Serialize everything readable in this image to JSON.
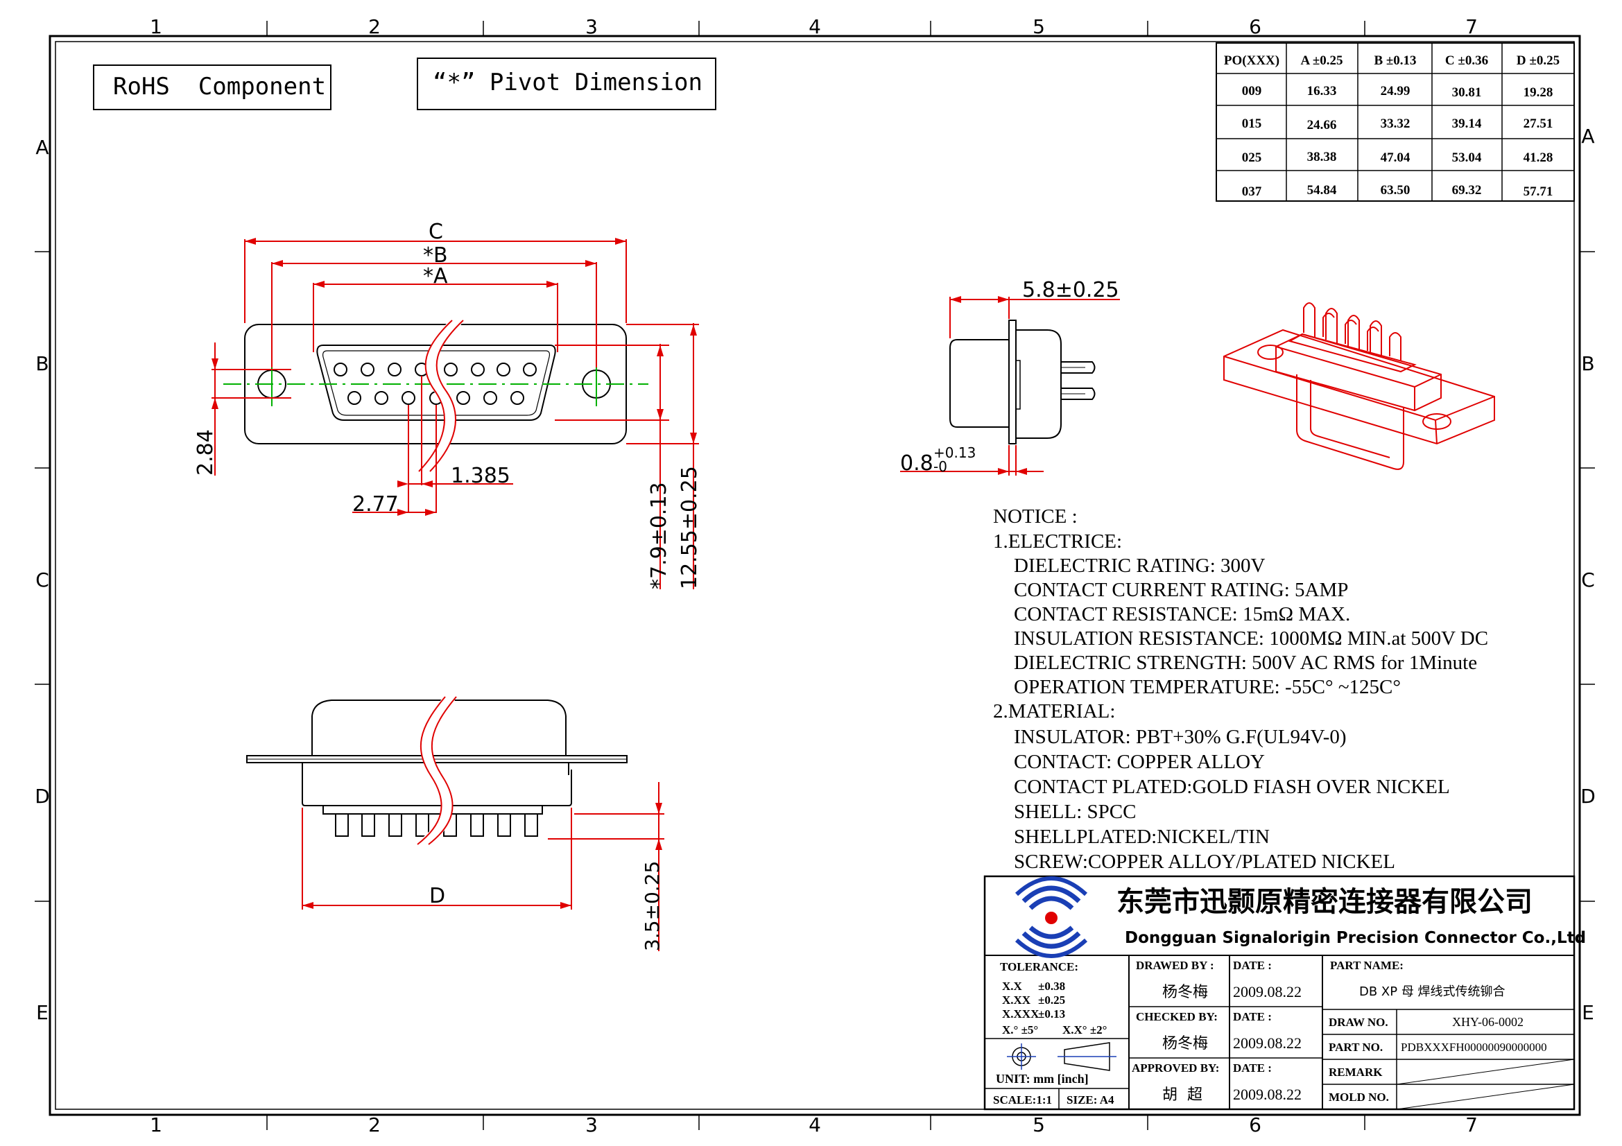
{
  "frame": {
    "columns": [
      "1",
      "2",
      "3",
      "4",
      "5",
      "6",
      "7"
    ],
    "rows": [
      "A",
      "B",
      "C",
      "D",
      "E"
    ]
  },
  "labels": {
    "rohs": "RoHS  Component",
    "pivot": "“*” Pivot Dimension"
  },
  "dim_table": {
    "headers": [
      "PO(XXX)",
      "A ±0.25",
      "B ±0.13",
      "C ±0.36",
      "D ±0.25"
    ],
    "rows": [
      [
        "009",
        "16.33",
        "24.99",
        "30.81",
        "19.28"
      ],
      [
        "015",
        "24.66",
        "33.32",
        "39.14",
        "27.51"
      ],
      [
        "025",
        "38.38",
        "47.04",
        "53.04",
        "41.28"
      ],
      [
        "037",
        "54.84",
        "63.50",
        "69.32",
        "57.71"
      ]
    ]
  },
  "dims": {
    "C": "C",
    "B": "*B",
    "A": "*A",
    "d284": "2.84",
    "d1385": "1.385",
    "d277": "2.77",
    "d79": "*7.9±0.13",
    "d1255": "12.55±0.25",
    "D": "D",
    "d35": "3.5±0.25",
    "d58": "5.8±0.25",
    "d08": "0.8",
    "d08_tol_up": "+0.13",
    "d08_tol_dn": "-0"
  },
  "notice": {
    "title": "NOTICE :",
    "sec1": "1.ELECTRICE:",
    "sec1_items": [
      "DIELECTRIC RATING: 300V",
      "CONTACT CURRENT RATING: 5AMP",
      "CONTACT RESISTANCE: 15mΩ MAX.",
      "INSULATION RESISTANCE: 1000MΩ MIN.at 500V DC",
      "DIELECTRIC STRENGTH: 500V AC RMS for 1Minute",
      "OPERATION TEMPERATURE: -55C° ~125C°"
    ],
    "sec2": "2.MATERIAL:",
    "sec2_items": [
      "INSULATOR: PBT+30% G.F(UL94V-0)",
      "CONTACT: COPPER ALLOY",
      "CONTACT PLATED:GOLD FIASH OVER NICKEL",
      "SHELL: SPCC",
      "SHELLPLATED:NICKEL/TIN",
      "SCREW:COPPER ALLOY/PLATED NICKEL"
    ]
  },
  "title_block": {
    "company_cn": "东莞市迅颢原精密连接器有限公司",
    "company_en": "Dongguan Signalorigin Precision Connector Co.,Ltd",
    "tolerance_label": "TOLERANCE:",
    "tol_lines": [
      [
        "X.X",
        "±0.38"
      ],
      [
        "X.XX",
        "±0.25"
      ],
      [
        "X.XXX",
        "±0.13"
      ]
    ],
    "tol_angle1": "X.° ±5°",
    "tol_angle2": "X.X° ±2°",
    "unit": "UNIT: mm [inch]",
    "scale": "SCALE:1:1",
    "size": "SIZE: A4",
    "drawed_by_label": "DRAWED BY :",
    "drawed_by": "杨冬梅",
    "checked_by_label": "CHECKED BY:",
    "checked_by": "杨冬梅",
    "approved_by_label": "APPROVED BY:",
    "approved_by": "胡  超",
    "date_label": "DATE :",
    "date1": "2009.08.22",
    "date2": "2009.08.22",
    "date3": "2009.08.22",
    "part_name_label": "PART NAME:",
    "part_name": "DB XP 母 焊线式传统铆合",
    "draw_no_label": "DRAW NO.",
    "draw_no": "XHY-06-0002",
    "part_no_label": "PART NO.",
    "part_no": "PDBXXXFH00000090000000",
    "remark_label": "REMARK",
    "mold_no_label": "MOLD NO."
  }
}
